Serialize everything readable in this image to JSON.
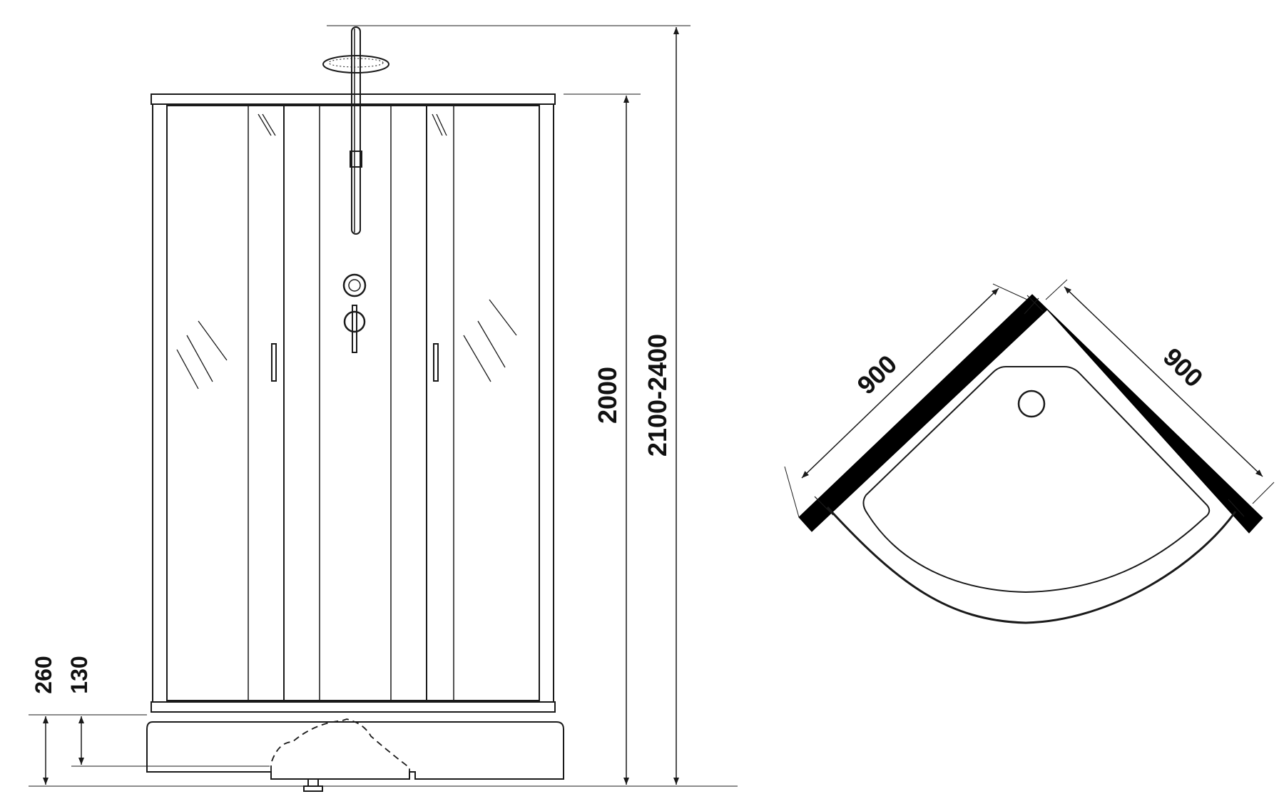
{
  "front_view": {
    "height_label": "2000",
    "total_height_label": "2100-2400",
    "tray_height_label": "260",
    "tray_step_label": "130"
  },
  "top_view": {
    "left_side_label": "900",
    "right_side_label": "900"
  },
  "colors": {
    "line": "#1a1a1a",
    "background": "#ffffff",
    "wall_fill": "#000000"
  }
}
